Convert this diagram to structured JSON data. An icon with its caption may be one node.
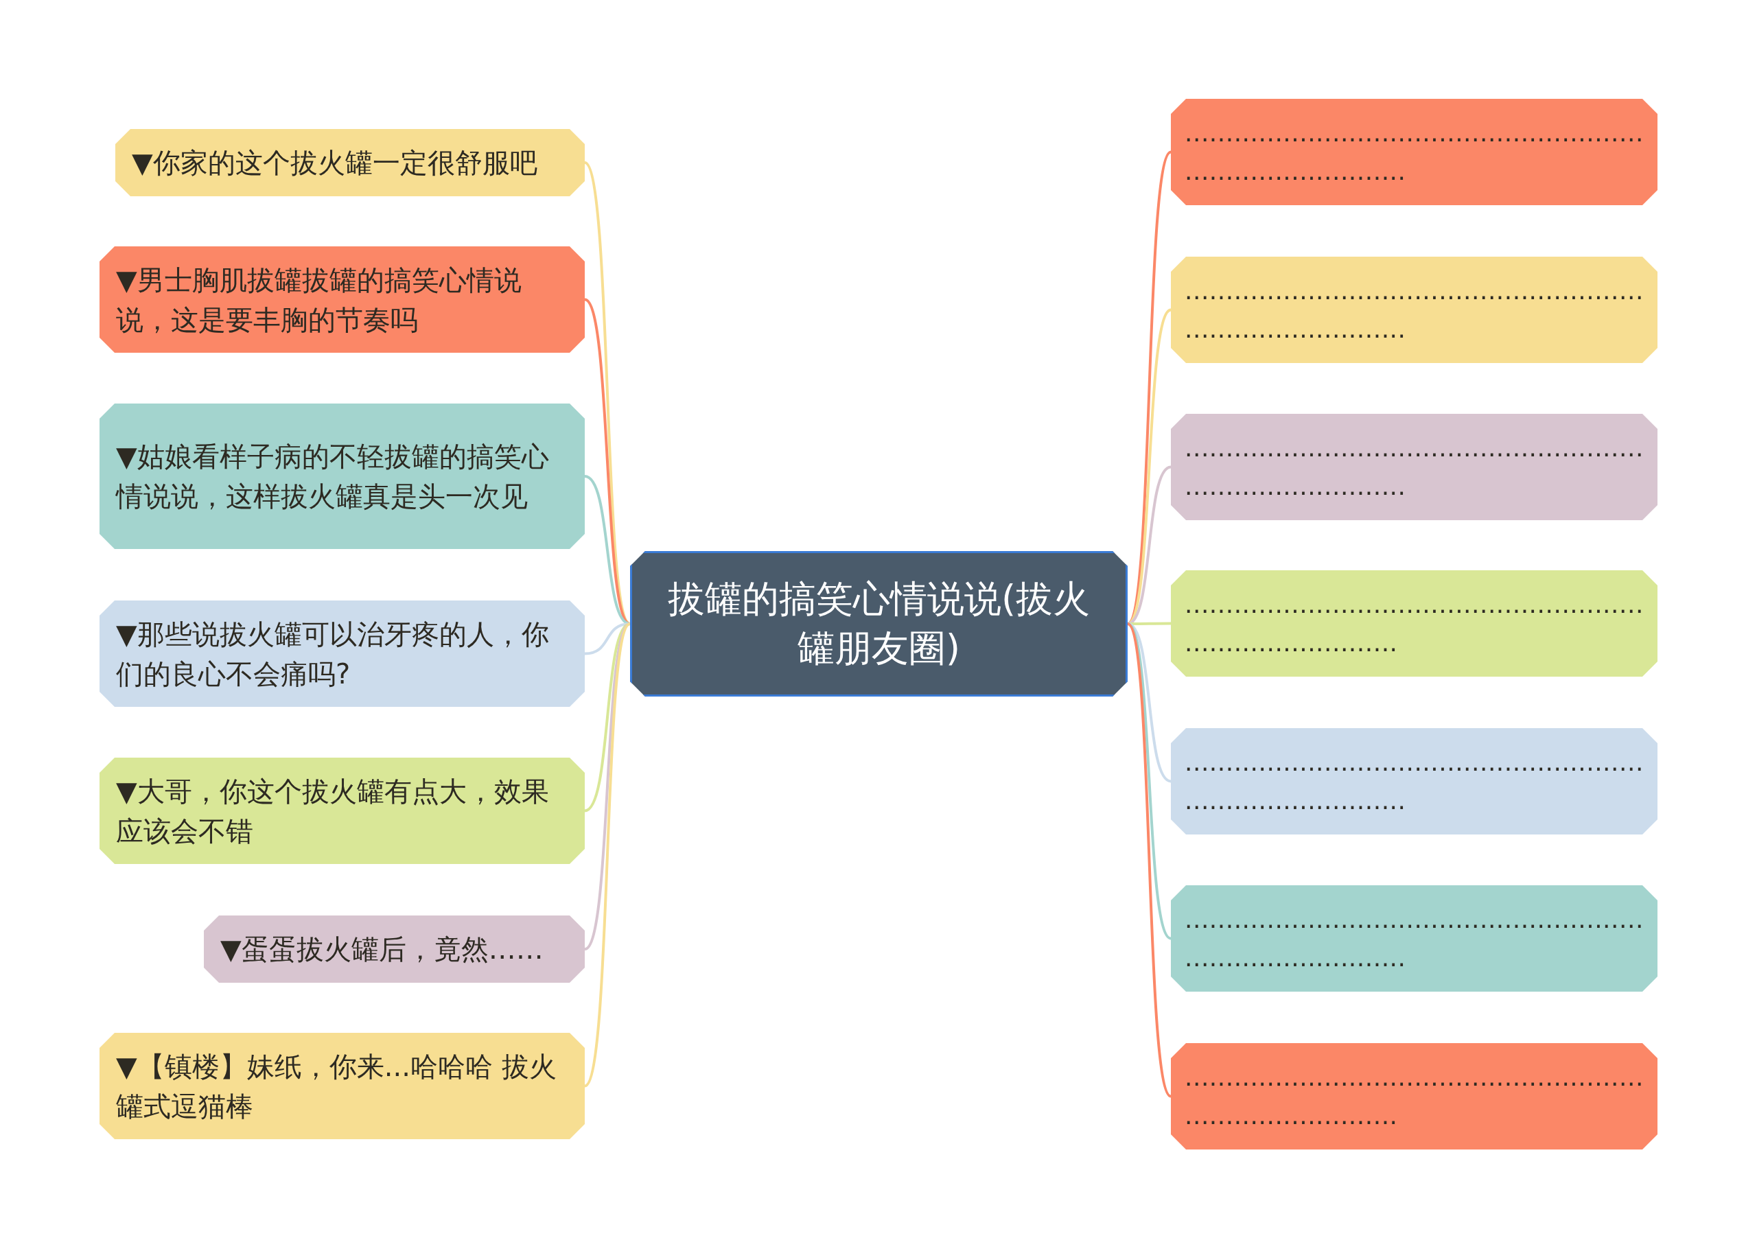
{
  "diagram": {
    "nodes": [
      {
        "text": [
          "拔罐的搞笑心情说说(拔火罐朋友圈)"
        ]
      },
      {
        "text": [
          "▼你家的这个拔火罐一定很舒服吧"
        ]
      },
      {
        "text": [
          "▼男士胸肌拔罐拔罐的搞笑心情说说，这是要丰胸的节奏吗"
        ]
      },
      {
        "text": [
          "▼姑娘看样子病的不轻拔罐的搞笑心情说说，这样拔火罐真是头一次见"
        ]
      },
      {
        "text": [
          "▼那些说拔火罐可以治牙疼的人，你们的良心不会痛吗?"
        ]
      },
      {
        "text": [
          "▼大哥，你这个拔火罐有点大，效果应该会不错"
        ]
      },
      {
        "text": [
          "▼蛋蛋拔火罐后，竟然……"
        ]
      },
      {
        "text": [
          "▼【镇楼】妹纸，你来...哈哈哈 拔火罐式逗猫棒"
        ]
      },
      {
        "text": [
          "..................................................................................."
        ]
      },
      {
        "text": [
          "..................................................................................."
        ]
      },
      {
        "text": [
          "..................................................................................."
        ]
      },
      {
        "text": [
          ".................................................................................."
        ]
      },
      {
        "text": [
          "..................................................................................."
        ]
      },
      {
        "text": [
          "..................................................................................."
        ]
      },
      {
        "text": [
          ".................................................................................."
        ]
      }
    ],
    "edges": [
      {
        "from": 0,
        "to": 1,
        "arrow": "none",
        "color": "#f7de92"
      },
      {
        "from": 0,
        "to": 2,
        "arrow": "none",
        "color": "#fb8767"
      },
      {
        "from": 0,
        "to": 3,
        "arrow": "none",
        "color": "#a3d4ce"
      },
      {
        "from": 0,
        "to": 4,
        "arrow": "none",
        "color": "#ccdcec"
      },
      {
        "from": 0,
        "to": 5,
        "arrow": "none",
        "color": "#d9e797"
      },
      {
        "from": 0,
        "to": 6,
        "arrow": "none",
        "color": "#d8c5d0"
      },
      {
        "from": 0,
        "to": 7,
        "arrow": "none",
        "color": "#f7de92"
      },
      {
        "from": 0,
        "to": 8,
        "arrow": "none",
        "color": "#fb8767"
      },
      {
        "from": 0,
        "to": 9,
        "arrow": "none",
        "color": "#f7de92"
      },
      {
        "from": 0,
        "to": 10,
        "arrow": "none",
        "color": "#d8c5d0"
      },
      {
        "from": 0,
        "to": 11,
        "arrow": "none",
        "color": "#d9e797"
      },
      {
        "from": 0,
        "to": 12,
        "arrow": "none",
        "color": "#ccdcec"
      },
      {
        "from": 0,
        "to": 13,
        "arrow": "none",
        "color": "#a3d4ce"
      },
      {
        "from": 0,
        "to": 14,
        "arrow": "none",
        "color": "#fb8767"
      }
    ]
  }
}
